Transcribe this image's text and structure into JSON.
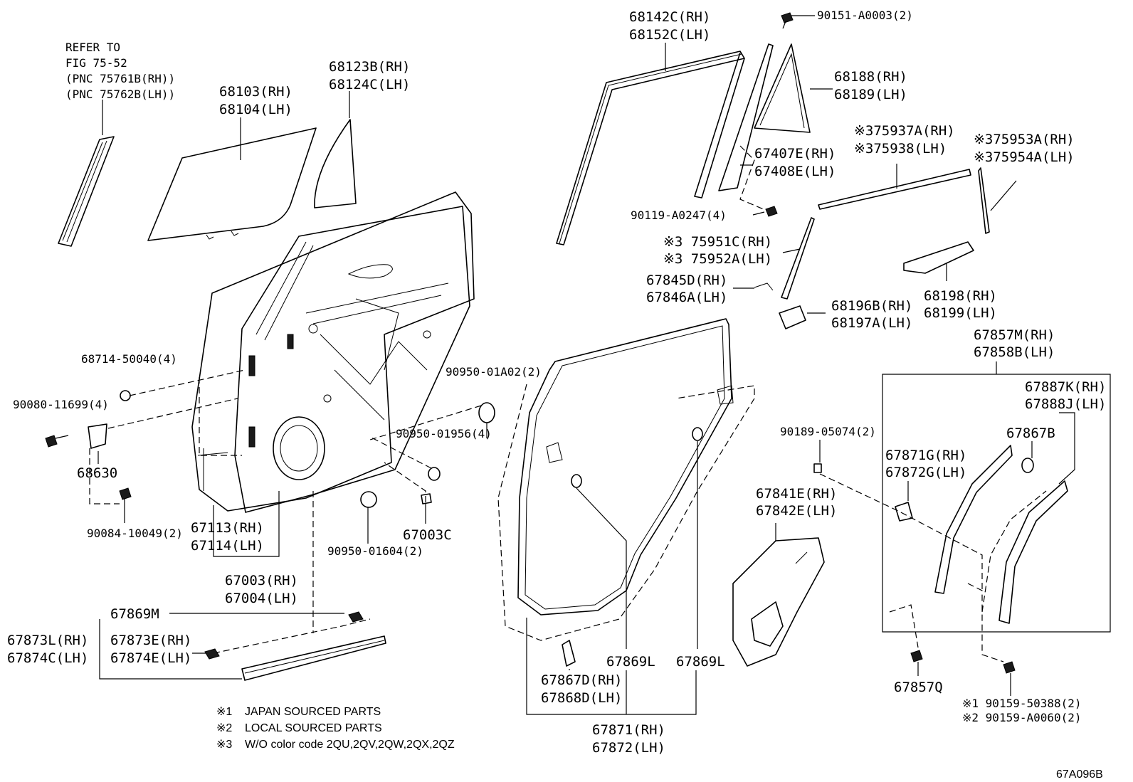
{
  "diagram_code": "67A096B",
  "notes": [
    {
      "mark": "※1",
      "text": "JAPAN SOURCED PARTS"
    },
    {
      "mark": "※2",
      "text": "LOCAL SOURCED PARTS"
    },
    {
      "mark": "※3",
      "text": "W/O color code 2QU,2QV,2QW,2QX,2QZ"
    }
  ],
  "parts": {
    "refer_to": [
      "REFER TO",
      "FIG 75-52",
      "(PNC 75761B(RH))",
      "(PNC 75762B(LH))"
    ],
    "p68103": [
      "68103(RH)",
      "68104(LH)"
    ],
    "p68123": [
      "68123B(RH)",
      "68124C(LH)"
    ],
    "p68142": [
      "68142C(RH)",
      "68152C(LH)"
    ],
    "p90151": "90151-A0003(2)",
    "p68188": [
      "68188(RH)",
      "68189(LH)"
    ],
    "p67407": [
      "67407E(RH)",
      "67408E(LH)"
    ],
    "p75937": [
      "※375937A(RH)",
      "※375938(LH)"
    ],
    "p75953": [
      "※375953A(RH)",
      "※375954A(LH)"
    ],
    "p90119": "90119-A0247(4)",
    "p75951": [
      "※3 75951C(RH)",
      "※3 75952A(LH)"
    ],
    "p67845": [
      "67845D(RH)",
      "67846A(LH)"
    ],
    "p68196": [
      "68196B(RH)",
      "68197A(LH)"
    ],
    "p68198": [
      "68198(RH)",
      "68199(LH)"
    ],
    "p67857": [
      "67857M(RH)",
      "67858B(LH)"
    ],
    "p67887": [
      "67887K(RH)",
      "67888J(LH)"
    ],
    "p67867b": "67867B",
    "p68714": "68714-50040(4)",
    "p90950a": "90950-01A02(2)",
    "p90080": "90080-11699(4)",
    "p90950b": "90950-01956(4)",
    "p68630": "68630",
    "p90189": "90189-05074(2)",
    "p67871g": [
      "67871G(RH)",
      "67872G(LH)"
    ],
    "p90084": "90084-10049(2)",
    "p67003c": "67003C",
    "p90950c": "90950-01604(2)",
    "p67113": [
      "67113(RH)",
      "67114(LH)"
    ],
    "p67841": [
      "67841E(RH)",
      "67842E(LH)"
    ],
    "p67003": [
      "67003(RH)",
      "67004(LH)"
    ],
    "p67869m": "67869M",
    "p67873l": [
      "67873L(RH)",
      "67874C(LH)"
    ],
    "p67873e": [
      "67873E(RH)",
      "67874E(LH)"
    ],
    "p67869l_a": "67869L",
    "p67869l_b": "67869L",
    "p67867d": [
      "67867D(RH)",
      "67868D(LH)"
    ],
    "p67871": [
      "67871(RH)",
      "67872(LH)"
    ],
    "p67857q": "67857Q",
    "p90159": [
      "※1 90159-50388(2)",
      "※2 90159-A0060(2)"
    ]
  }
}
